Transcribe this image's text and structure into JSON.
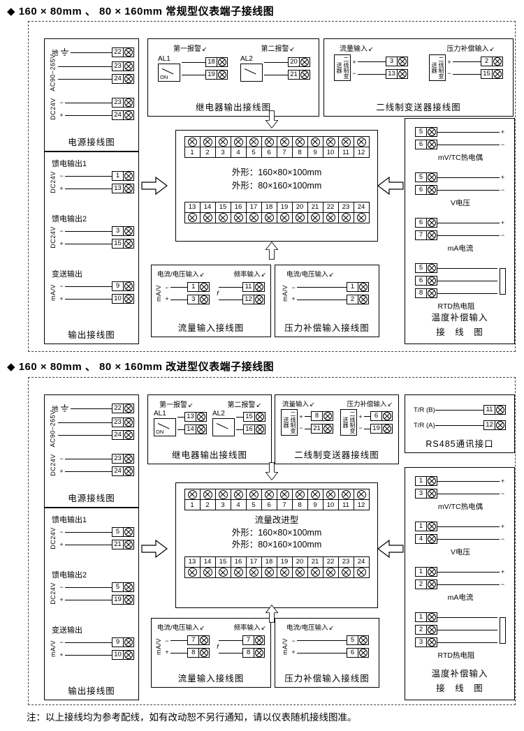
{
  "symbols": {
    "plus": "+",
    "minus": "−",
    "arrow": "↙"
  },
  "note": "注：以上接线均为参考配线，如有改动恕不另行通知，请以仪表随机接线图准。",
  "sections": [
    {
      "title": "◆ 160 × 80mm 、 80 × 160mm 常规型仪表端子接线图",
      "power": {
        "caption": "电源接线图",
        "ground_label": "地",
        "ground_terminal": "22",
        "ac_label": "AC90~265V",
        "ac_terminals": [
          "23",
          "24"
        ],
        "dc_label": "DC24V",
        "dc_terminals": [
          "23",
          "24"
        ]
      },
      "output": {
        "caption": "输出接线图",
        "groups": [
          {
            "name": "馈电输出1",
            "signal": "DC24V",
            "t1": "1",
            "t2": "13"
          },
          {
            "name": "馈电输出2",
            "signal": "DC24V",
            "t1": "3",
            "t2": "15"
          },
          {
            "name": "变送输出",
            "signal": "mA/V",
            "t1": "9",
            "t2": "10"
          }
        ]
      },
      "relay": {
        "caption": "继电器输出接线图",
        "alarm1": "第一报警",
        "alarm2": "第二报警",
        "al1": {
          "name": "AL1",
          "mode": "ON",
          "t1": "18",
          "t2": "19"
        },
        "al2": {
          "name": "AL2",
          "t1": "20",
          "t2": "21"
        }
      },
      "twowire": {
        "caption": "二线制变送器接线图",
        "flow": {
          "label": "流量输入",
          "device": "二线制变送器",
          "t1": "3",
          "t2": "13"
        },
        "pressure": {
          "label": "压力补偿输入",
          "device": "二线制变送器",
          "t1": "2",
          "t2": "15"
        }
      },
      "temp": {
        "caption1": "温度补偿输入",
        "caption2": "接　线　图",
        "groups": [
          {
            "label": "mV/TC热电偶",
            "t1": "5",
            "t2": "6"
          },
          {
            "label": "V电压",
            "t1": "5",
            "t2": "6"
          },
          {
            "label": "mA电流",
            "t1": "6",
            "t2": "7"
          },
          {
            "label": "RTD热电阻",
            "t1": "5",
            "t2": "6",
            "t3": "8"
          }
        ]
      },
      "center": {
        "top": [
          "1",
          "2",
          "3",
          "4",
          "5",
          "6",
          "7",
          "8",
          "9",
          "10",
          "11",
          "12"
        ],
        "bottom": [
          "13",
          "14",
          "15",
          "16",
          "17",
          "18",
          "19",
          "20",
          "21",
          "22",
          "23",
          "24"
        ],
        "lines": [
          "外形：160×80×100mm",
          "外形：80×160×100mm"
        ]
      },
      "flowinput": {
        "caption": "流量输入接线图",
        "label1": "电流/电压输入",
        "label2": "频率输入",
        "g1": {
          "signal": "mA/V",
          "t1": "1",
          "t2": "3"
        },
        "g2": {
          "signal": "f",
          "t1": "11",
          "t2": "12"
        }
      },
      "pressureinput": {
        "caption": "压力补偿输入接线图",
        "label1": "电流/电压输入",
        "g1": {
          "signal": "mA/V",
          "t1": "1",
          "t2": "2"
        }
      }
    },
    {
      "title": "◆ 160 × 80mm 、 80 × 160mm 改进型仪表端子接线图",
      "power": {
        "caption": "电源接线图",
        "ground_label": "地",
        "ground_terminal": "22",
        "ac_label": "AC90~265V",
        "ac_terminals": [
          "23",
          "24"
        ],
        "dc_label": "DC24V",
        "dc_terminals": [
          "23",
          "24"
        ]
      },
      "output": {
        "caption": "输出接线图",
        "groups": [
          {
            "name": "馈电输出1",
            "signal": "DC24V",
            "t1": "5",
            "t2": "21"
          },
          {
            "name": "馈电输出2",
            "signal": "DC24V",
            "t1": "5",
            "t2": "19"
          },
          {
            "name": "变送输出",
            "signal": "mA/V",
            "t1": "9",
            "t2": "10"
          }
        ]
      },
      "relay": {
        "caption": "继电器输出接线图",
        "alarm1": "第一报警",
        "alarm2": "第二报警",
        "al1": {
          "name": "AL1",
          "mode": "ON",
          "t1": "13",
          "t2": "14"
        },
        "al2": {
          "name": "AL2",
          "t1": "15",
          "t2": "16"
        }
      },
      "twowire": {
        "caption": "二线制变送器接线图",
        "flow": {
          "label": "流量输入",
          "device": "二线制变送器",
          "t1": "8",
          "t2": "21"
        },
        "pressure": {
          "label": "压力补偿输入",
          "device": "二线制变送器",
          "t1": "6",
          "t2": "19"
        }
      },
      "rs485": {
        "caption": "RS485通讯接口",
        "rows": [
          {
            "label": "T/R (B)",
            "t": "11"
          },
          {
            "label": "T/R (A)",
            "t": "12"
          }
        ]
      },
      "temp": {
        "caption1": "温度补偿输入",
        "caption2": "接　线　图",
        "groups": [
          {
            "label": "mV/TC热电偶",
            "t1": "1",
            "t2": "3"
          },
          {
            "label": "V电压",
            "t1": "1",
            "t2": "4"
          },
          {
            "label": "mA电流",
            "t1": "1",
            "t2": "2"
          },
          {
            "label": "RTD热电阻",
            "t1": "1",
            "t2": "2",
            "t3": "3"
          }
        ]
      },
      "center": {
        "top": [
          "1",
          "2",
          "3",
          "4",
          "5",
          "6",
          "7",
          "8",
          "9",
          "10",
          "11",
          "12"
        ],
        "bottom": [
          "13",
          "14",
          "15",
          "16",
          "17",
          "18",
          "19",
          "20",
          "21",
          "22",
          "23",
          "24"
        ],
        "lines": [
          "流量改进型",
          "外形：160×80×100mm",
          "外形：80×160×100mm"
        ]
      },
      "flowinput": {
        "caption": "流量输入接线图",
        "label1": "电流/电压输入",
        "label2": "频率输入",
        "g1": {
          "signal": "mA/V",
          "t1": "7",
          "t2": "8"
        },
        "g2": {
          "signal": "f",
          "t1": "7",
          "t2": "8"
        }
      },
      "pressureinput": {
        "caption": "压力补偿输入接线图",
        "label1": "电流/电压输入",
        "g1": {
          "signal": "mA/V",
          "t1": "5",
          "t2": "6"
        }
      }
    }
  ]
}
